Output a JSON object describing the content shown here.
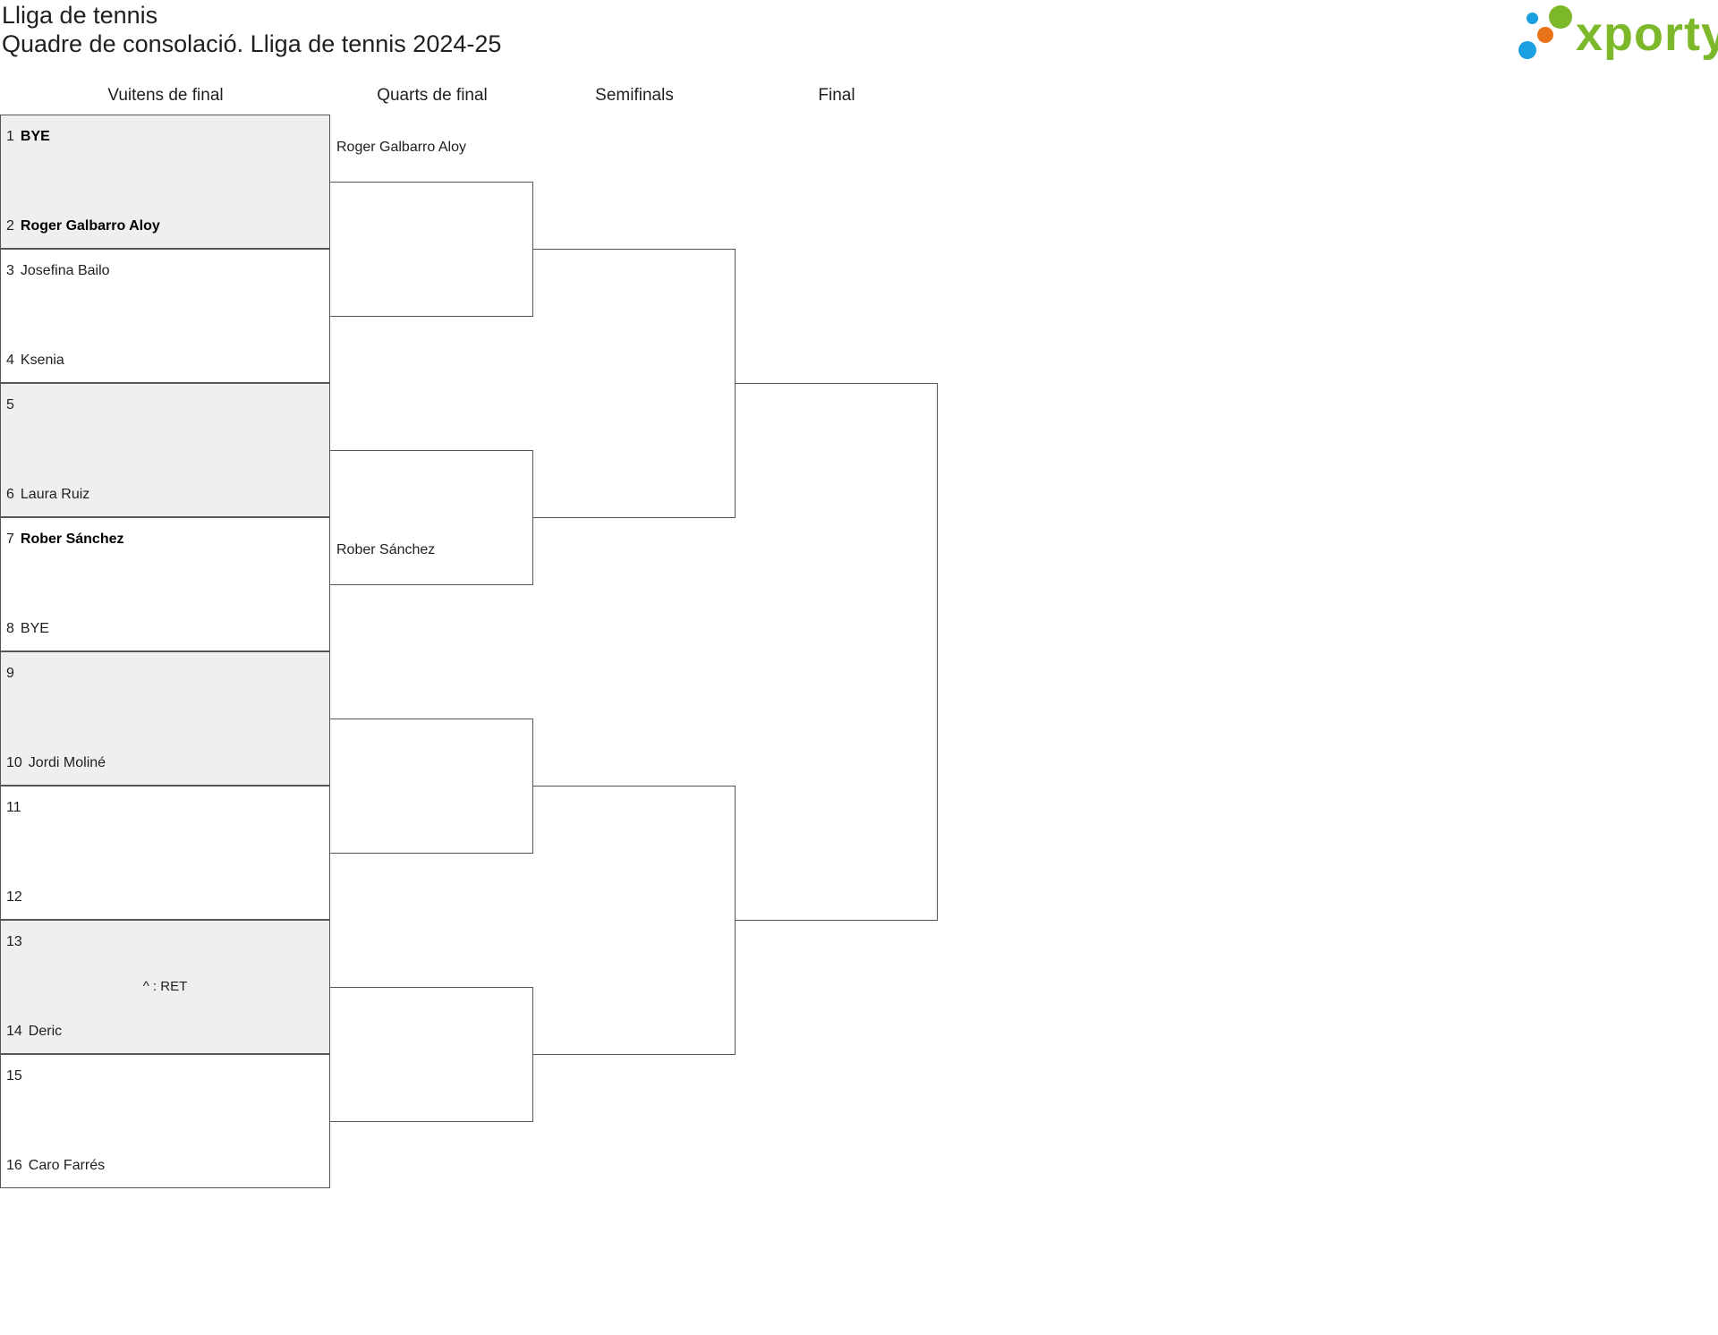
{
  "title": "Lliga de tennis",
  "subtitle": "Quadre de consolació. Lliga de tennis 2024-25",
  "logo": {
    "text": "xporty",
    "colors": {
      "green": "#7cb829",
      "blue": "#1a9fe0",
      "orange": "#e8731a"
    }
  },
  "rounds": [
    "Vuitens de final",
    "Quarts de final",
    "Semifinals",
    "Final"
  ],
  "round_of_16": [
    {
      "a": {
        "seed": "1",
        "name": "BYE"
      },
      "b": {
        "seed": "2",
        "name": "Roger Galbarro Aloy"
      },
      "winner": "b",
      "result": ""
    },
    {
      "a": {
        "seed": "3",
        "name": "Josefina Bailo"
      },
      "b": {
        "seed": "4",
        "name": "Ksenia"
      },
      "winner": "",
      "result": ""
    },
    {
      "a": {
        "seed": "5",
        "name": ""
      },
      "b": {
        "seed": "6",
        "name": "Laura Ruiz"
      },
      "winner": "",
      "result": ""
    },
    {
      "a": {
        "seed": "7",
        "name": "Rober Sánchez"
      },
      "b": {
        "seed": "8",
        "name": "BYE"
      },
      "winner": "a",
      "result": ""
    },
    {
      "a": {
        "seed": "9",
        "name": ""
      },
      "b": {
        "seed": "10",
        "name": "Jordi Moliné"
      },
      "winner": "",
      "result": ""
    },
    {
      "a": {
        "seed": "11",
        "name": ""
      },
      "b": {
        "seed": "12",
        "name": ""
      },
      "winner": "",
      "result": ""
    },
    {
      "a": {
        "seed": "13",
        "name": ""
      },
      "b": {
        "seed": "14",
        "name": "Deric"
      },
      "winner": "",
      "result": "^ : RET"
    },
    {
      "a": {
        "seed": "15",
        "name": ""
      },
      "b": {
        "seed": "16",
        "name": "Caro Farrés"
      },
      "winner": "",
      "result": ""
    }
  ],
  "quarterfinal_advancers": [
    "Roger Galbarro Aloy",
    "Rober Sánchez"
  ]
}
